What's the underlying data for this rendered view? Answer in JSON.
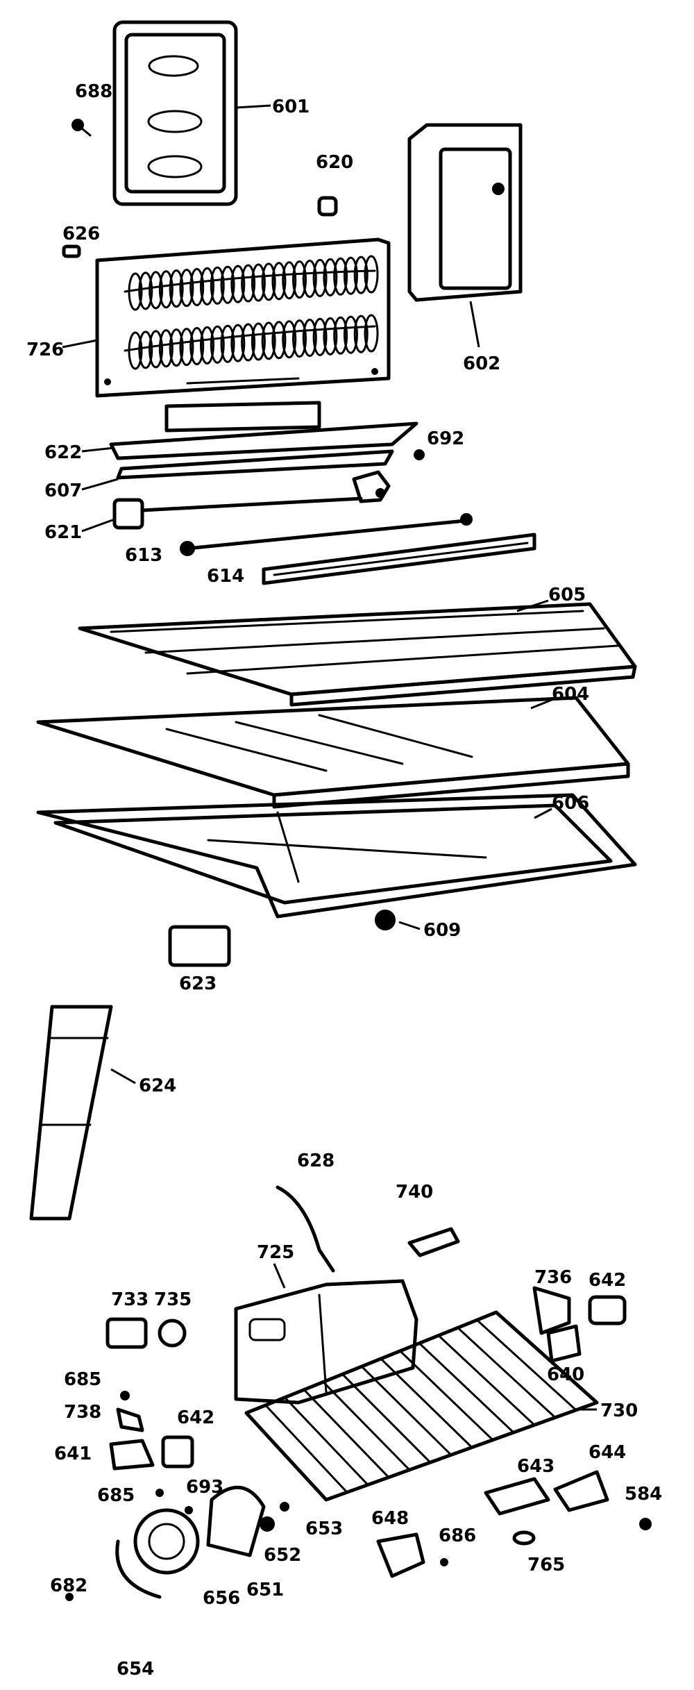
{
  "labels": {
    "p601": "601",
    "p688": "688",
    "p620": "620",
    "p602": "602",
    "p626a": "626",
    "p726": "726",
    "p622": "622",
    "p692": "692",
    "p607": "607",
    "p621": "621",
    "p613": "613",
    "p614": "614",
    "p605": "605",
    "p604": "604",
    "p606": "606",
    "p609": "609",
    "p623": "623",
    "p624": "624",
    "p628": "628",
    "p740": "740",
    "p725": "725",
    "p733": "733",
    "p735": "735",
    "p736": "736",
    "p642a": "642",
    "p685a": "685",
    "p738": "738",
    "p642b": "642",
    "p640": "640",
    "p730": "730",
    "p641": "641",
    "p643": "643",
    "p644": "644",
    "p584": "584",
    "p685b": "685",
    "p693": "693",
    "p653": "653",
    "p648": "648",
    "p686": "686",
    "p652": "652",
    "p765": "765",
    "p682": "682",
    "p651": "651",
    "p656": "656",
    "p654": "654"
  }
}
